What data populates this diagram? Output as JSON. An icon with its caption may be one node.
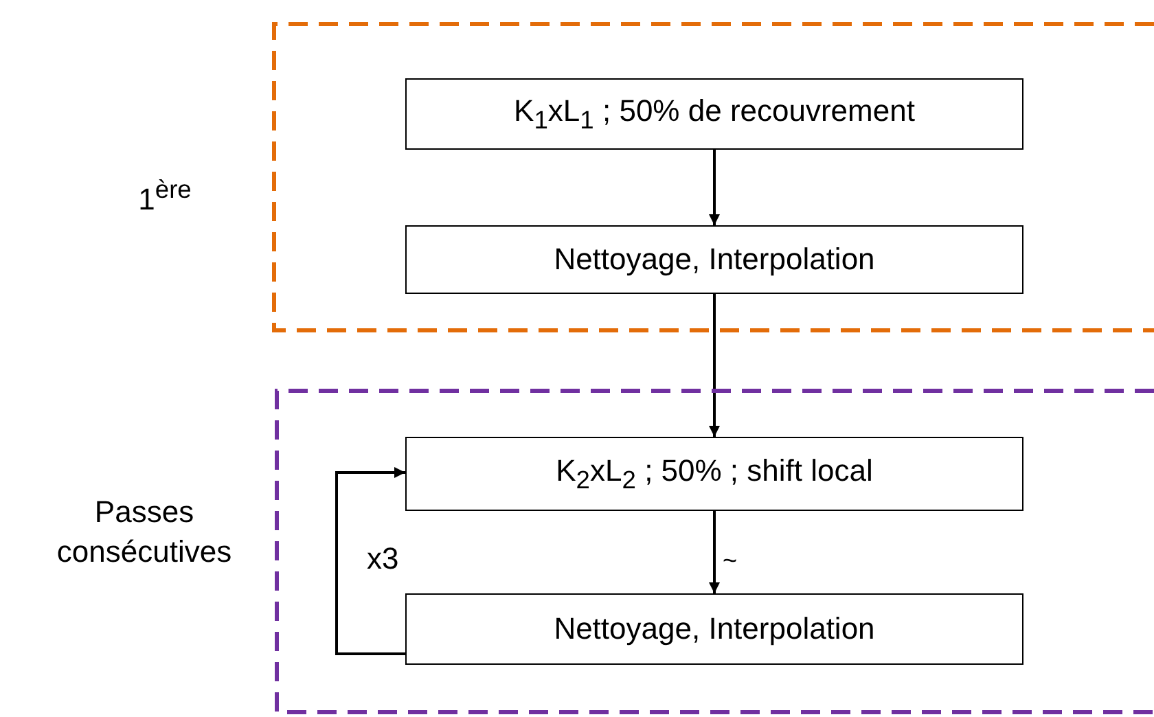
{
  "diagram": {
    "nodes": [
      {
        "text": [
          "1$^{ère}$"
        ]
      },
      {
        "text": [
          "K$_{1}$xL$_{1}$ ; 50% de recouvrement"
        ],
        "in": 0
      },
      {
        "text": [
          "Nettoyage, Interpolation"
        ],
        "in": 0
      },
      {
        "text": [
          "Passes consécutives"
        ]
      },
      {
        "text": [
          "K$_{2}$xL$_{2}$ ; 50% ; shift local"
        ],
        "in": 3
      },
      {
        "text": [
          "Nettoyage, Interpolation"
        ],
        "in": 3
      }
    ],
    "edges": [
      {
        "from": 1,
        "to": 2,
        "arrow": "to"
      },
      {
        "from": 2,
        "to": 4,
        "arrow": "to"
      },
      {
        "from": 4,
        "to": 5,
        "arrow": "to"
      },
      {
        "from": 5,
        "to": 4,
        "arrow": "to",
        "label": "x3"
      }
    ],
    "labels": [
      "~"
    ]
  }
}
